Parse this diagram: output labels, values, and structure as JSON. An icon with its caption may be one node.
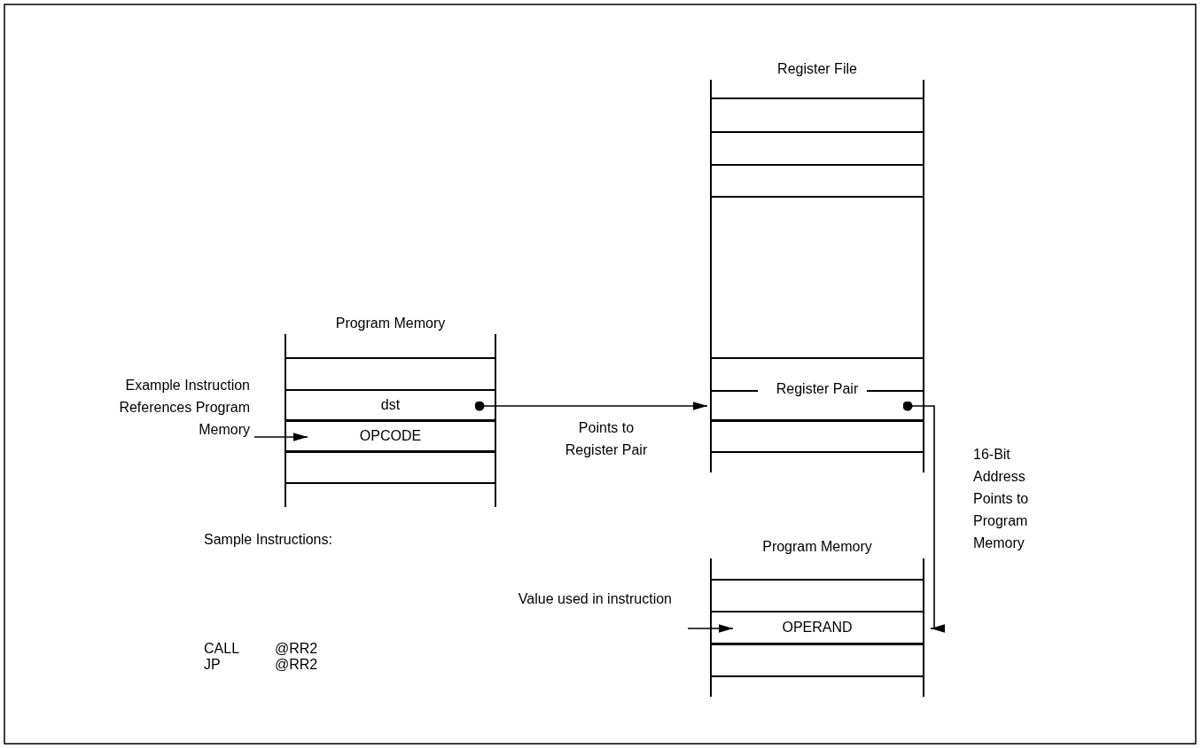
{
  "diagram": {
    "nodes": [
      {
        "text": [
          "Program Memory"
        ]
      },
      {
        "text": [
          "dst"
        ],
        "in": 0
      },
      {
        "text": [
          "OPCODE"
        ],
        "in": 0
      },
      {
        "text": [
          "Example Instruction References Program Memory"
        ]
      },
      {
        "text": [
          "Register File"
        ]
      },
      {
        "text": [
          "Register Pair"
        ],
        "in": 4
      },
      {
        "text": [
          "Program Memory"
        ]
      },
      {
        "text": [
          "OPERAND"
        ],
        "in": 6
      },
      {
        "text": [
          "Value used in instruction"
        ]
      }
    ],
    "edges": [
      {
        "from": 3,
        "to": 2,
        "arrow": "to"
      },
      {
        "from": 1,
        "to": 5,
        "arrow": "to",
        "label": "Points to Register Pair"
      },
      {
        "from": 5,
        "to": 7,
        "arrow": "to",
        "label": "16-Bit Address Points to Program Memory"
      },
      {
        "from": 8,
        "to": 7,
        "arrow": "to"
      }
    ],
    "labels": [
      "Sample Instructions:",
      "CALL",
      "@RR2",
      "JP",
      "@RR2"
    ]
  }
}
